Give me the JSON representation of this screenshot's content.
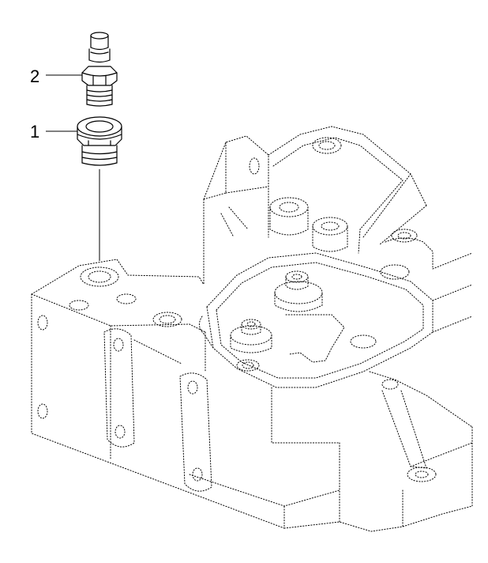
{
  "callouts": [
    {
      "label": "2",
      "part": "hose-barb-fitting"
    },
    {
      "label": "1",
      "part": "adapter-nut"
    }
  ],
  "colors": {
    "line": "#000000",
    "background": "#ffffff"
  }
}
